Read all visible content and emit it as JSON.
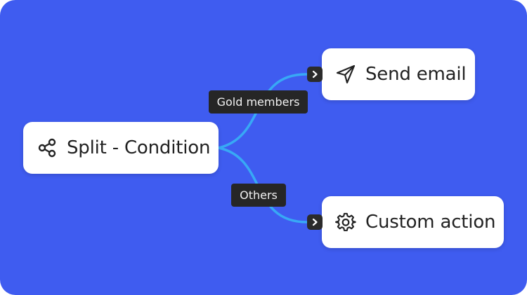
{
  "diagram": {
    "background_color": "#3f5cf0",
    "connector_color": "#38a9f5",
    "nodes": {
      "split": {
        "label": "Split - Condition",
        "icon": "share-icon"
      },
      "send_email": {
        "label": "Send email",
        "icon": "paper-plane-icon"
      },
      "custom_action": {
        "label": "Custom action",
        "icon": "gear-icon"
      }
    },
    "edges": {
      "gold": {
        "label": "Gold members",
        "from": "Split - Condition",
        "to": "Send email"
      },
      "others": {
        "label": "Others",
        "from": "Split - Condition",
        "to": "Custom action"
      }
    }
  }
}
